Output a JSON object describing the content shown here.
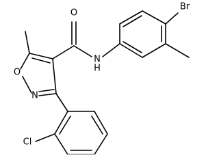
{
  "structure": {
    "atom_labels": {
      "oxygen_carbonyl": "O",
      "nitrogen_amide": "N",
      "hydrogen_amide": "H",
      "bromine": "Br",
      "oxygen_ring": "O",
      "nitrogen_ring": "N",
      "chlorine": "Cl"
    }
  }
}
